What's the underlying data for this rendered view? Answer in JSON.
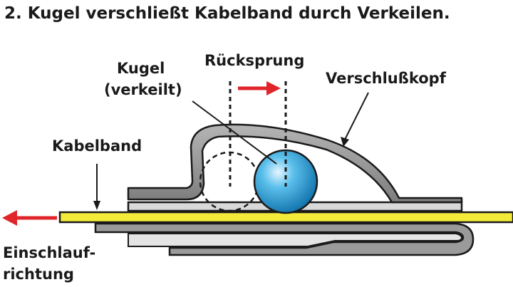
{
  "title": "2. Kugel verschließt Kabelband durch Verkeilen.",
  "labels": {
    "ball_line1": "Kugel",
    "ball_line2": "(verkeilt)",
    "offset": "Rücksprung",
    "head": "Verschlußkopf",
    "band": "Kabelband",
    "direction_line1": "Einschlauf-",
    "direction_line2": "richtung"
  },
  "colors": {
    "arrow": "#e0252a",
    "band_fill": "#f3ea3a",
    "head_fill": "#8f8f8f",
    "base_fill": "#d6d6d6",
    "ball": "#1f9ad6",
    "outline": "#1a1a1a"
  },
  "icons": {
    "direction_arrow": "arrow-left",
    "offset_arrow": "arrow-right"
  }
}
